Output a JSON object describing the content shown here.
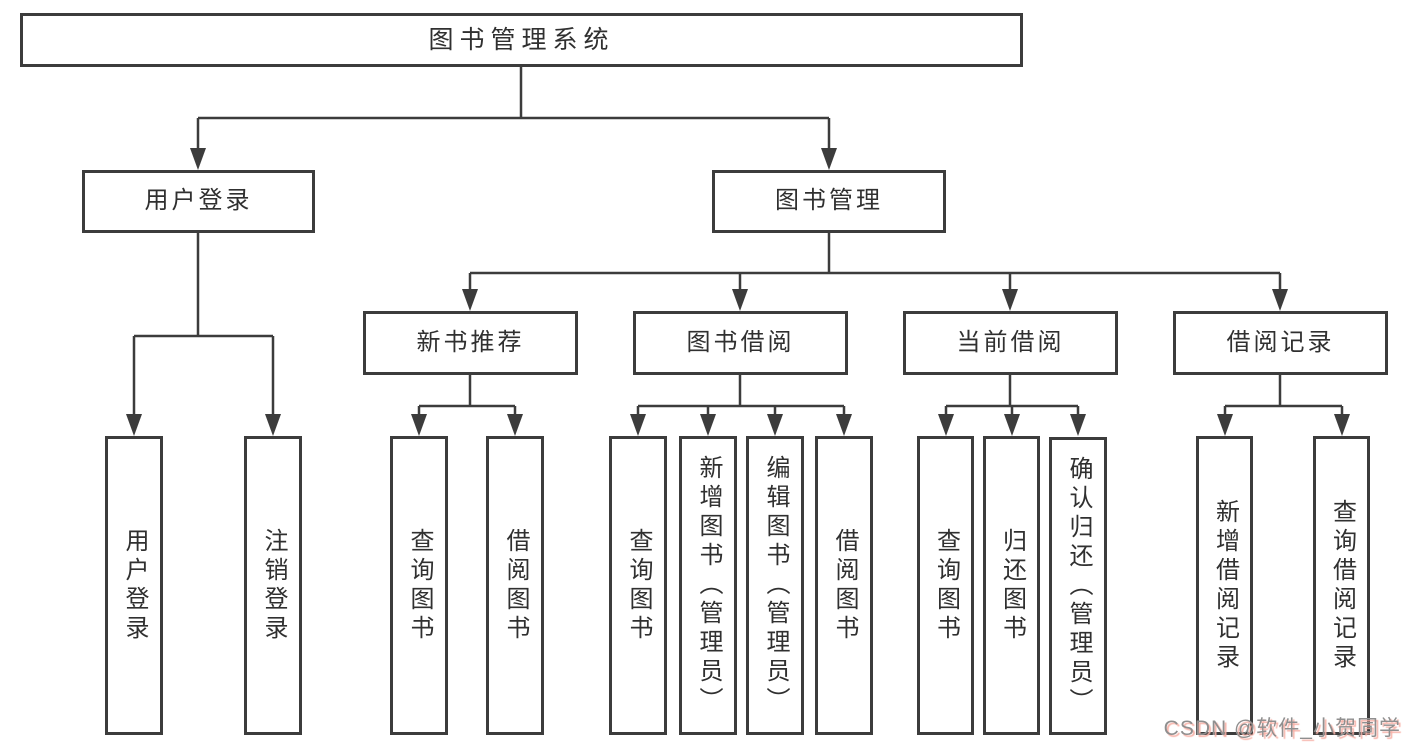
{
  "nodes": {
    "root": "图书管理系统",
    "login": "用户登录",
    "manage": "图书管理",
    "recommend": "新书推荐",
    "borrow": "图书借阅",
    "current": "当前借阅",
    "records": "借阅记录",
    "login_user": "用户登录",
    "login_logout": "注销登录",
    "recommend_query": "查询图书",
    "recommend_borrow": "借阅图书",
    "borrow_query": "查询图书",
    "borrow_add": "新增图书（管理员）",
    "borrow_edit": "编辑图书（管理员）",
    "borrow_borrow": "借阅图书",
    "current_query": "查询图书",
    "current_return": "归还图书",
    "current_confirm": "确认归还（管理员）",
    "records_add": "新增借阅记录",
    "records_query": "查询借阅记录"
  },
  "watermark": {
    "text": "CSDN @软件_小贺同学"
  },
  "colors": {
    "line": "#3c3c3c",
    "box_border": "#3c3c3c",
    "text": "#303030",
    "background": "#ffffff",
    "watermark_gray": "#8f8f8f",
    "watermark_pink": "#f7b2a8"
  }
}
